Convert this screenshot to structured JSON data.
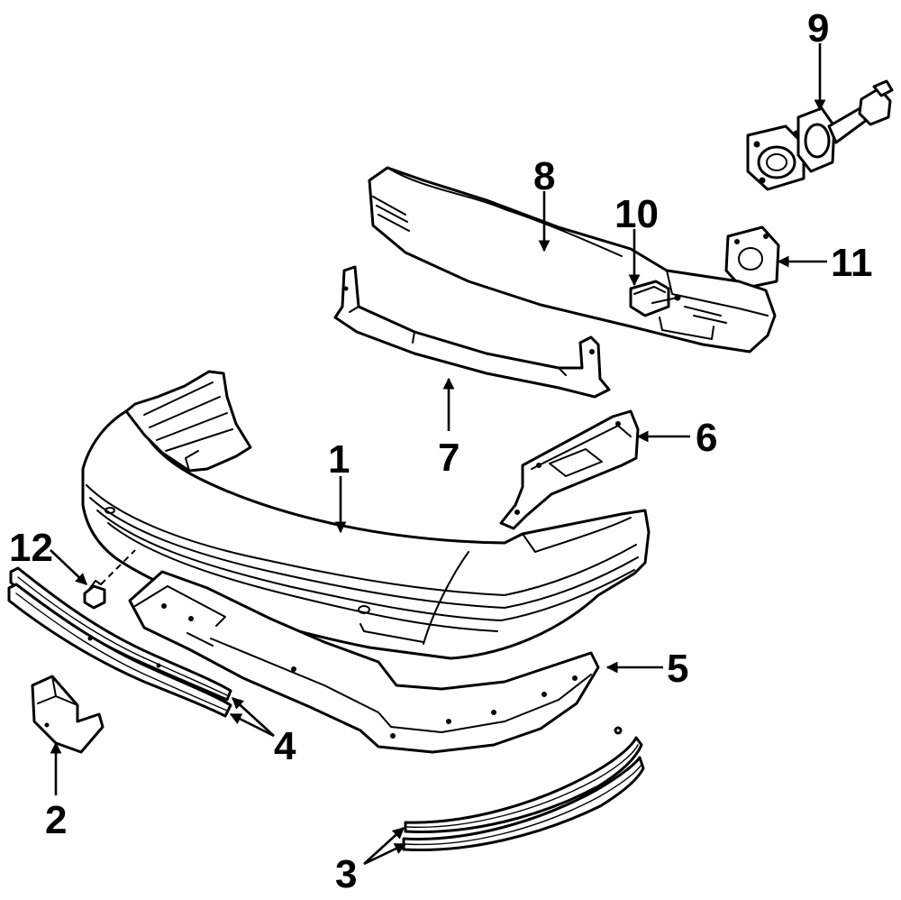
{
  "diagram": {
    "callouts": {
      "c1": "1",
      "c2": "2",
      "c3": "3",
      "c4": "4",
      "c5": "5",
      "c6": "6",
      "c7": "7",
      "c8": "8",
      "c9": "9",
      "c10": "10",
      "c11": "11",
      "c12": "12"
    },
    "line_color": "#000000",
    "background": "#ffffff"
  }
}
